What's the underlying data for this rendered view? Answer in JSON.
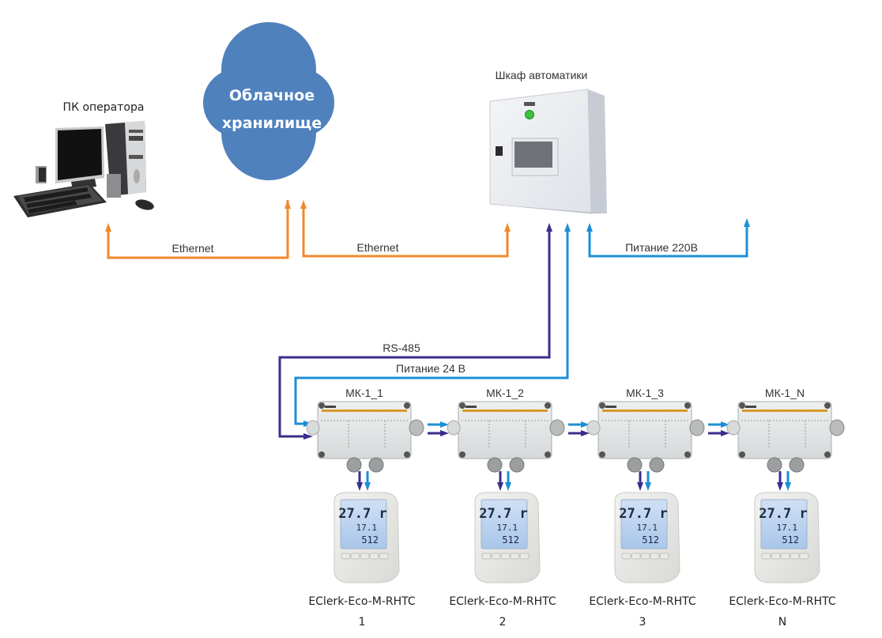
{
  "colors": {
    "ethernet": "#F0892A",
    "rs485": "#3A2E8C",
    "power": "#1B8FD6",
    "cloud": "#4F81BD",
    "cloud_text": "#FFFFFF"
  },
  "nodes": {
    "operator_pc": {
      "label": "ПК оператора",
      "icon": "desktop-computer-icon"
    },
    "cloud_storage": {
      "line1": "Облачное",
      "line2": "хранилище",
      "icon": "cloud-icon"
    },
    "automation_cabinet": {
      "label": "Шкаф автоматики",
      "icon": "electrical-cabinet-icon"
    }
  },
  "links": {
    "ethernet_pc_cloud": "Ethernet",
    "ethernet_cloud_cabinet": "Ethernet",
    "power_220": "Питание 220В",
    "rs485": "RS-485",
    "power_24": "Питание 24 В"
  },
  "modules": [
    {
      "name": "МК-1_1",
      "sensor_model": "EClerk-Eco-M-RHTC",
      "sensor_index": "1"
    },
    {
      "name": "МК-1_2",
      "sensor_model": "EClerk-Eco-M-RHTC",
      "sensor_index": "2"
    },
    {
      "name": "МК-1_3",
      "sensor_model": "EClerk-Eco-M-RHTC",
      "sensor_index": "3"
    },
    {
      "name": "МК-1_N",
      "sensor_model": "EClerk-Eco-M-RHTC",
      "sensor_index": "N"
    }
  ],
  "sensor_display": {
    "line1": "27.7 r",
    "line2": "17.1",
    "line3": "512"
  }
}
